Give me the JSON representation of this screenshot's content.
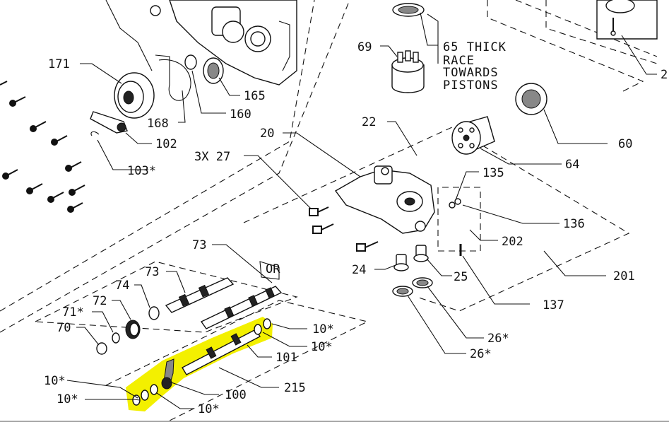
{
  "labels": {
    "l171": "171",
    "l165": "165",
    "l160": "160",
    "l168": "168",
    "l102": "102",
    "l103": "103*",
    "l69": "69",
    "l65a": "65 THICK",
    "l65b": "RACE",
    "l65c": "TOWARDS",
    "l65d": "PISTONS",
    "l60": "60",
    "l64": "64",
    "l20": "20",
    "l22": "22",
    "l27": "3X 27",
    "l135": "135",
    "l136": "136",
    "l202": "202",
    "l201": "201",
    "l137": "137",
    "l24": "24",
    "l25": "25",
    "l26a": "26*",
    "l26b": "26*",
    "l73a": "73",
    "l73b": "73",
    "l74": "74",
    "l72": "72",
    "l71": "71*",
    "l70": "70",
    "l10a": "10*",
    "l10b": "10*",
    "l10c": "10*",
    "l10d": "10*",
    "l10e": "10*",
    "l101": "101",
    "l100": "100",
    "l215": "215",
    "l2": "2",
    "or": "OR"
  },
  "highlight_color": "#f3f000"
}
